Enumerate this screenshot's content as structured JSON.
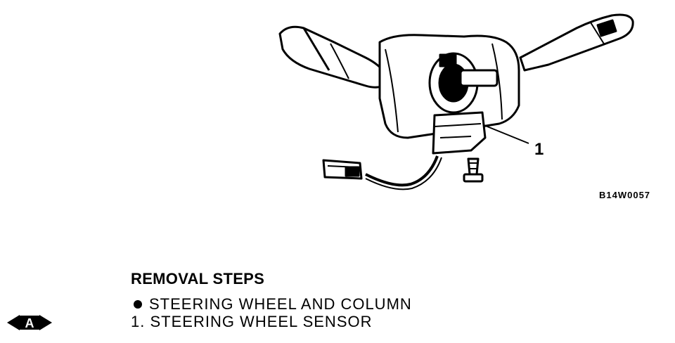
{
  "figure": {
    "callout_number": "1",
    "figure_id": "B14W0057"
  },
  "removal": {
    "heading": "REMOVAL STEPS",
    "steps": [
      {
        "marker": "●",
        "text": "STEERING WHEEL AND COLUMN"
      },
      {
        "marker": "1.",
        "text": "STEERING WHEEL SENSOR"
      }
    ],
    "side_marker": "A"
  },
  "colors": {
    "ink": "#000000",
    "paper": "#ffffff"
  }
}
